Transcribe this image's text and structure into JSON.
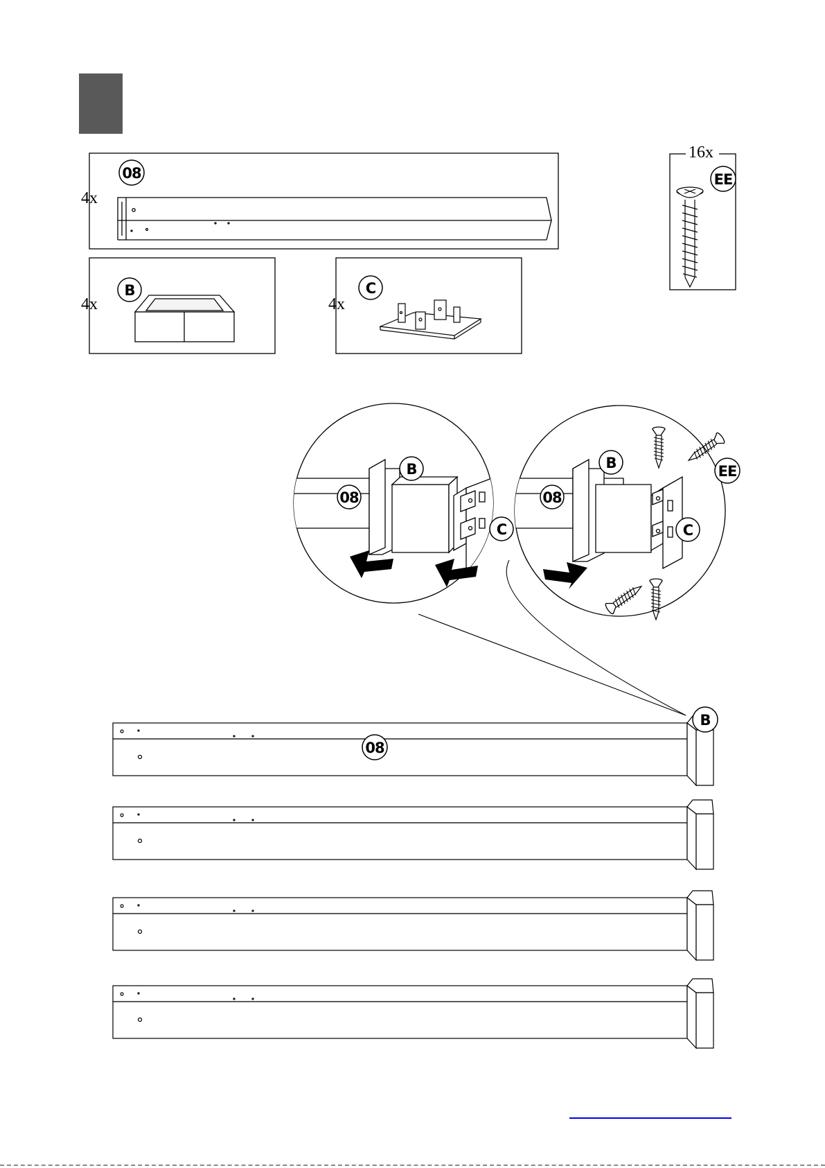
{
  "colors": {
    "step_marker": "#595959",
    "link": "#0000ee"
  },
  "parts": [
    {
      "id": "08",
      "qty": "4x",
      "name": "post"
    },
    {
      "id": "B",
      "qty": "4x",
      "name": "post-cap-sleeve"
    },
    {
      "id": "C",
      "qty": "4x",
      "name": "base-bracket"
    },
    {
      "id": "EE",
      "qty": "16x",
      "name": "screw"
    }
  ],
  "detail_labels": {
    "left": {
      "post": "08",
      "sleeve": "B",
      "bracket": "C"
    },
    "right": {
      "post": "08",
      "sleeve": "B",
      "bracket": "C",
      "screw": "EE"
    }
  },
  "assembly": {
    "sleeve_label": "B",
    "post_label": "08",
    "post_count": 4
  },
  "icons": [
    "step-marker-icon",
    "arrow-left-icon",
    "arrow-right-icon",
    "screw-icon"
  ]
}
